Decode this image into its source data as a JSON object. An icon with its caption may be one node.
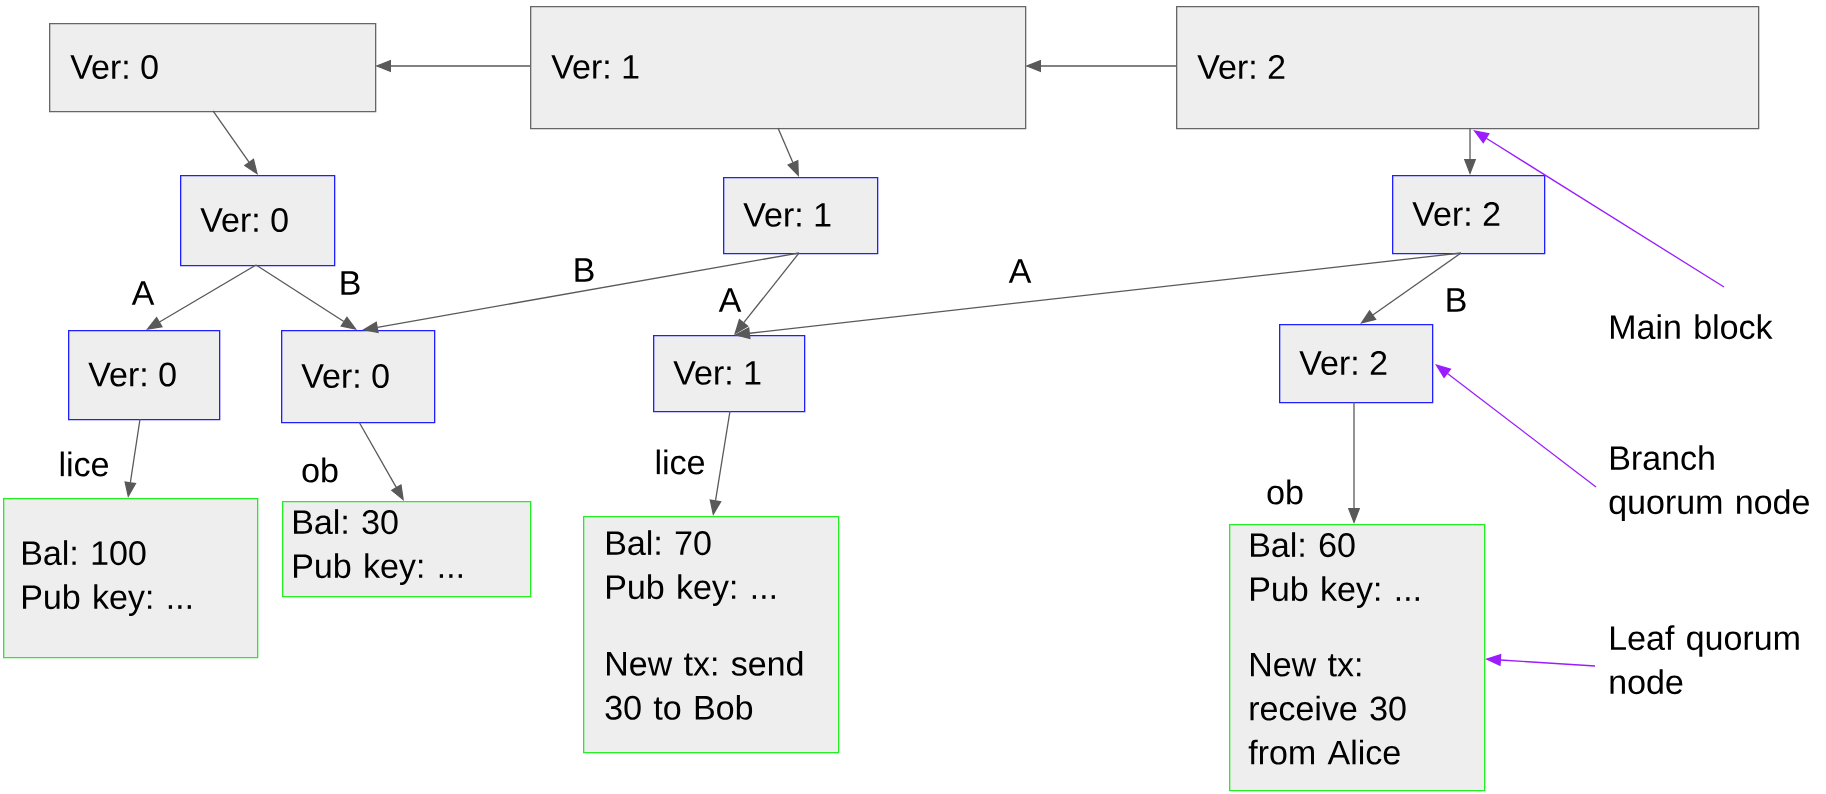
{
  "diagram": {
    "nodes": [
      {
        "text": [
          "Ver: 0"
        ]
      },
      {
        "text": [
          "Ver: 1"
        ]
      },
      {
        "text": [
          "Ver: 2"
        ]
      },
      {
        "text": [
          "Ver: 0"
        ]
      },
      {
        "text": [
          "Ver: 1"
        ]
      },
      {
        "text": [
          "Ver: 2"
        ]
      },
      {
        "text": [
          "Ver: 0"
        ]
      },
      {
        "text": [
          "Ver: 0"
        ]
      },
      {
        "text": [
          "Ver: 1"
        ]
      },
      {
        "text": [
          "Ver: 2"
        ]
      },
      {
        "text": [
          "Bal: 100 Pub key: ..."
        ]
      },
      {
        "text": [
          "Bal: 30 Pub key: ..."
        ]
      },
      {
        "text": [
          "Bal: 70 Pub key: ...",
          "New tx: send 30 to Bob"
        ]
      },
      {
        "text": [
          "Bal: 60 Pub key: ...",
          "New tx: receive 30 from Alice"
        ]
      },
      {
        "text": [
          "Main block"
        ]
      },
      {
        "text": [
          "Branch quorum node"
        ]
      },
      {
        "text": [
          "Leaf quorum node"
        ]
      }
    ],
    "edges": [
      {
        "from": 1,
        "to": 0,
        "arrow": "to"
      },
      {
        "from": 2,
        "to": 1,
        "arrow": "to"
      },
      {
        "from": 0,
        "to": 3,
        "arrow": "to"
      },
      {
        "from": 1,
        "to": 4,
        "arrow": "to"
      },
      {
        "from": 2,
        "to": 5,
        "arrow": "to"
      },
      {
        "from": 3,
        "to": 6,
        "arrow": "to",
        "label": "A"
      },
      {
        "from": 3,
        "to": 7,
        "arrow": "to",
        "label": "B"
      },
      {
        "from": 4,
        "to": 7,
        "arrow": "to",
        "label": "B"
      },
      {
        "from": 4,
        "to": 8,
        "arrow": "to",
        "label": "A"
      },
      {
        "from": 5,
        "to": 8,
        "arrow": "to",
        "label": "A"
      },
      {
        "from": 5,
        "to": 9,
        "arrow": "to",
        "label": "B"
      },
      {
        "from": 6,
        "to": 10,
        "arrow": "to",
        "label": "lice"
      },
      {
        "from": 7,
        "to": 11,
        "arrow": "to",
        "label": "ob"
      },
      {
        "from": 8,
        "to": 12,
        "arrow": "to",
        "label": "lice"
      },
      {
        "from": 9,
        "to": 13,
        "arrow": "to",
        "label": "ob"
      },
      {
        "from": 14,
        "to": 2,
        "arrow": "to",
        "color": "#9b1cff"
      },
      {
        "from": 15,
        "to": 9,
        "arrow": "to",
        "color": "#9b1cff"
      },
      {
        "from": 16,
        "to": 13,
        "arrow": "to",
        "color": "#9b1cff"
      }
    ]
  }
}
